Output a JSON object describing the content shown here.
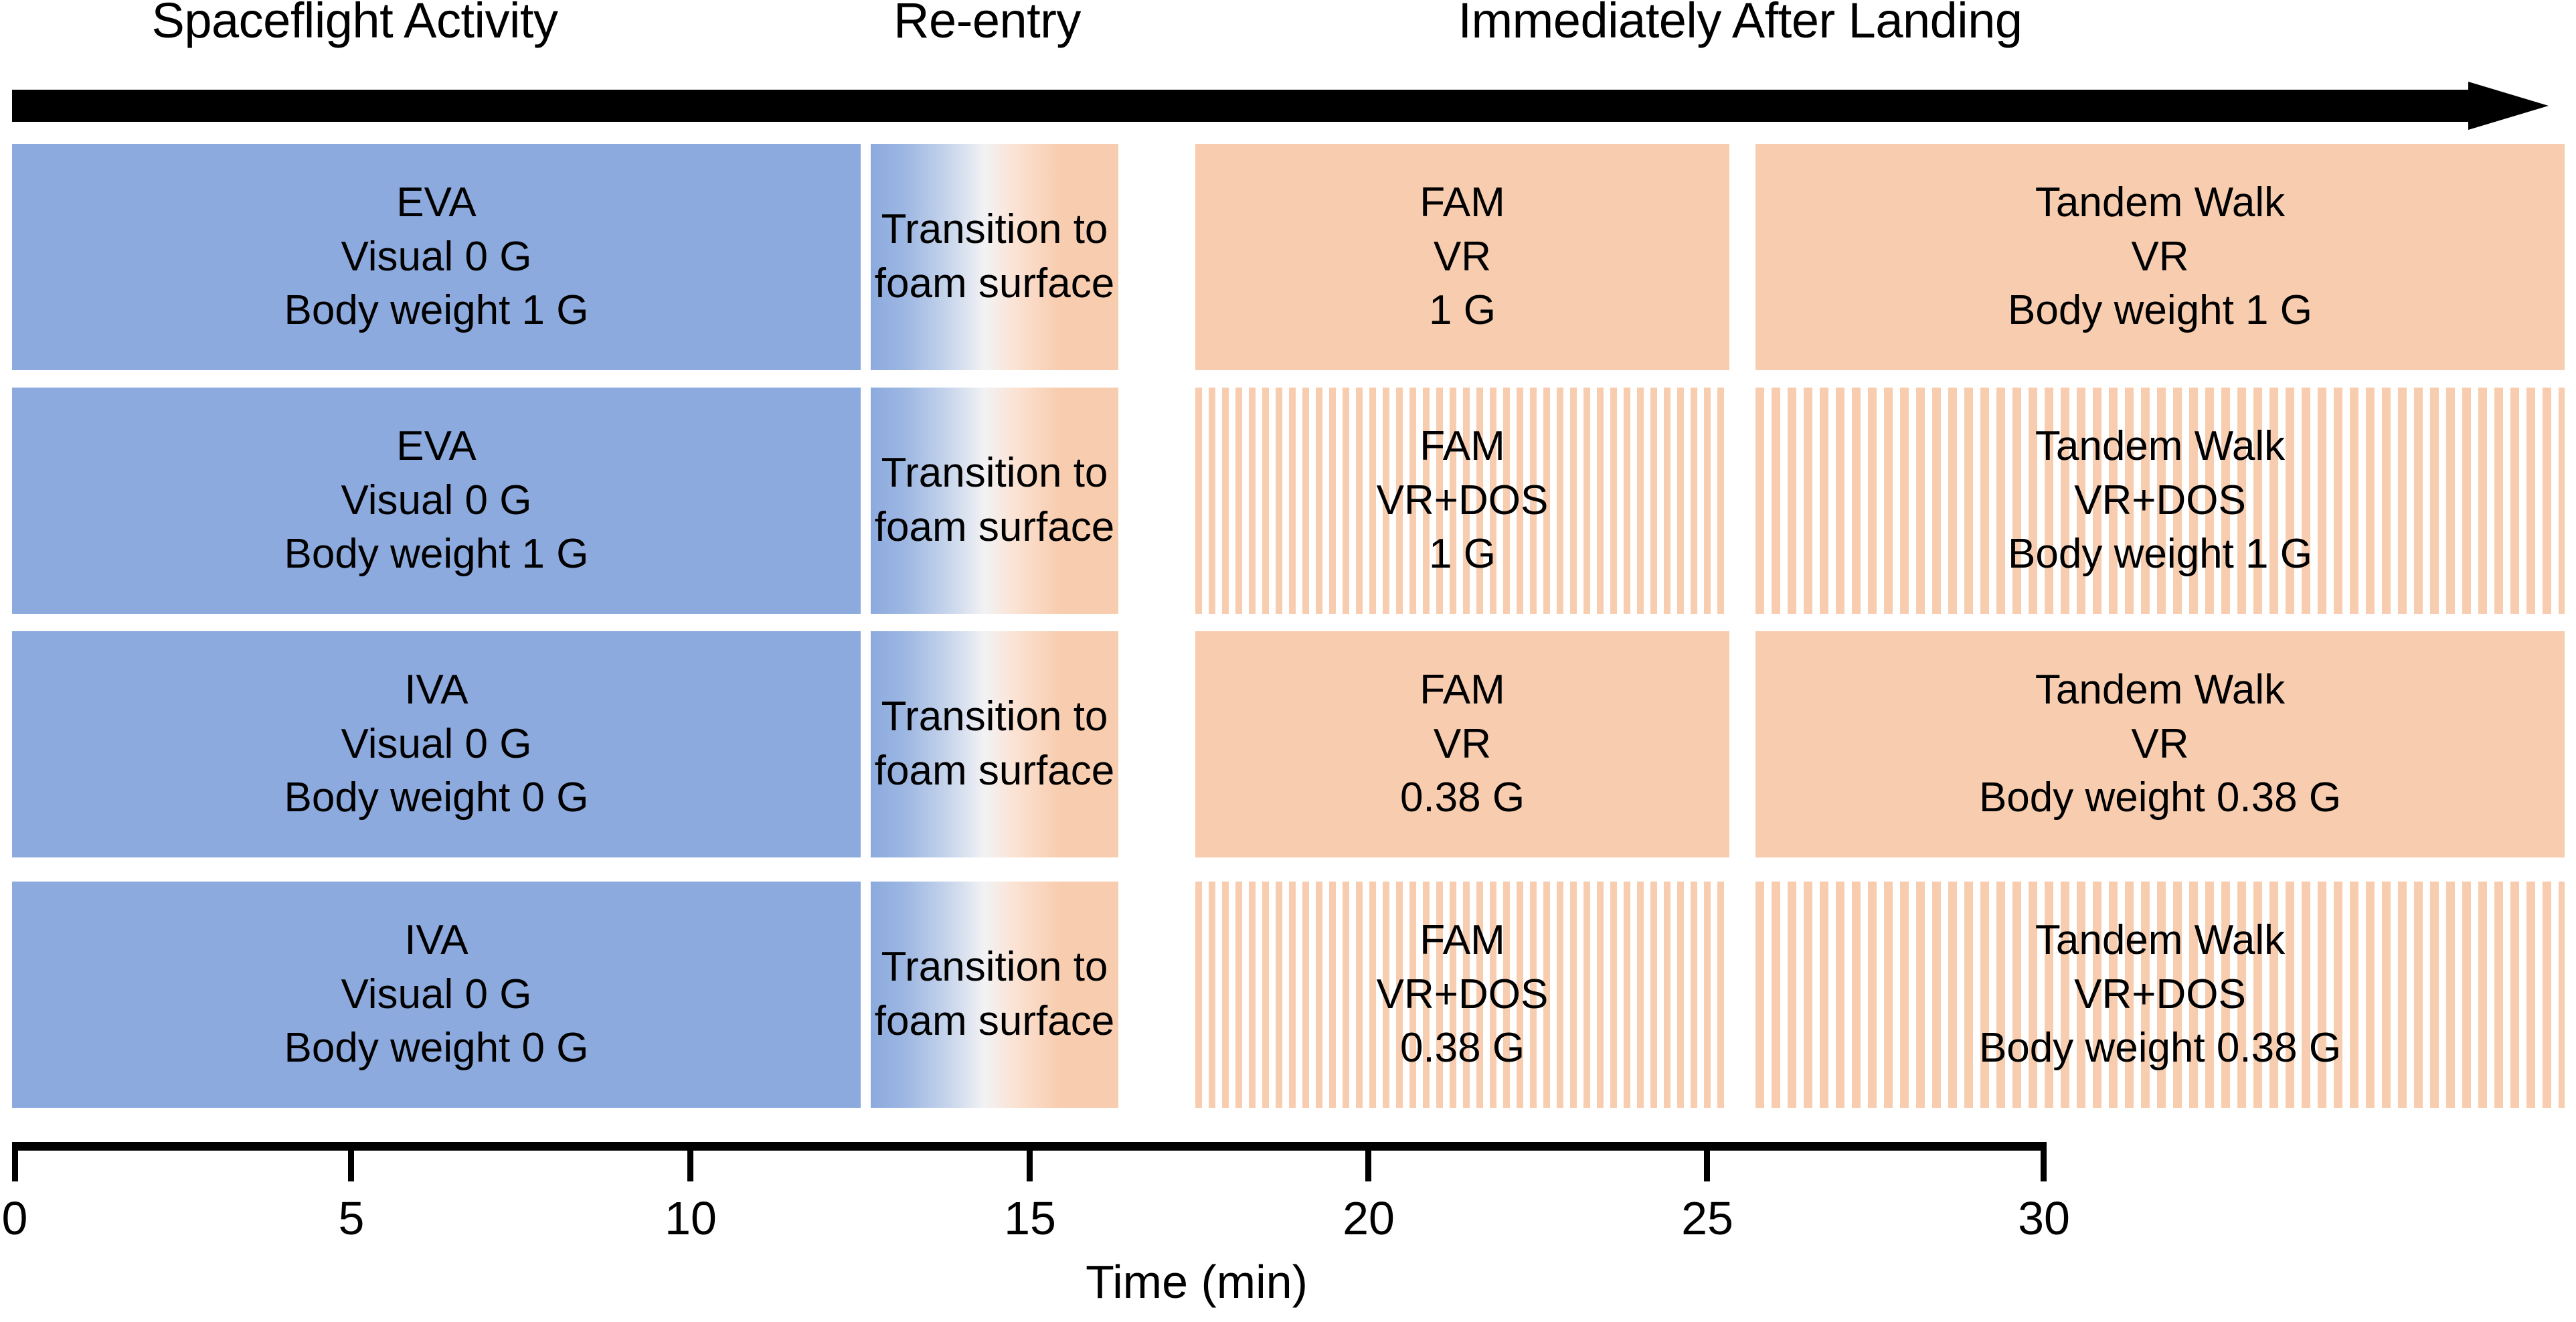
{
  "figure": {
    "type": "timeline-protocol-diagram",
    "background_color": "#FFFFFF",
    "palette": {
      "blue": "#8CAADE",
      "orange": "#F8CDAF",
      "axis": "#000000"
    }
  },
  "phases": [
    {
      "id": "spaceflight-activity",
      "label": "Spaceflight Activity",
      "center_min": 5
    },
    {
      "id": "re-entry",
      "label": "Re-entry",
      "center_min": 12.5
    },
    {
      "id": "immediately-after-landing",
      "label": "Immediately After Landing",
      "center_min": 22.5
    }
  ],
  "arrow": {
    "name": "timeline-arrow",
    "direction": "right"
  },
  "rows": [
    {
      "id": "row-1",
      "blocks": [
        {
          "id": "r1-spaceflight",
          "name": "eva-1g-block",
          "fill": "blue",
          "pattern": "solid",
          "start_min": 0,
          "end_min": 10,
          "lines": [
            "EVA",
            "Visual 0 G",
            "Body weight 1 G"
          ]
        },
        {
          "id": "r1-reentry",
          "name": "transition-block",
          "fill": "gradient",
          "pattern": "solid",
          "start_min": 10,
          "end_min": 15,
          "lines": [
            "Transition to",
            "foam surface"
          ]
        },
        {
          "id": "r1-fam",
          "name": "fam-vr-1g-block",
          "fill": "orange",
          "pattern": "solid",
          "start_min": 15.5,
          "end_min": 21,
          "lines": [
            "FAM",
            "VR",
            "1 G"
          ]
        },
        {
          "id": "r1-tandem",
          "name": "tandem-walk-vr-1g-block",
          "fill": "orange",
          "pattern": "solid",
          "start_min": 21.3,
          "end_min": 30,
          "lines": [
            "Tandem Walk",
            "VR",
            "Body weight 1 G"
          ]
        }
      ]
    },
    {
      "id": "row-2",
      "blocks": [
        {
          "id": "r2-spaceflight",
          "name": "eva-1g-block",
          "fill": "blue",
          "pattern": "solid",
          "start_min": 0,
          "end_min": 10,
          "lines": [
            "EVA",
            "Visual 0 G",
            "Body weight 1 G"
          ]
        },
        {
          "id": "r2-reentry",
          "name": "transition-block",
          "fill": "gradient",
          "pattern": "solid",
          "start_min": 10,
          "end_min": 15,
          "lines": [
            "Transition to",
            "foam surface"
          ]
        },
        {
          "id": "r2-fam",
          "name": "fam-vr-dos-1g-block",
          "fill": "orange",
          "pattern": "dots",
          "start_min": 15.5,
          "end_min": 21,
          "lines": [
            "FAM",
            "VR+DOS",
            "1 G"
          ]
        },
        {
          "id": "r2-tandem",
          "name": "tandem-walk-vr-dos-1g-block",
          "fill": "orange",
          "pattern": "stripes",
          "start_min": 21.3,
          "end_min": 30,
          "lines": [
            "Tandem Walk",
            "VR+DOS",
            "Body weight 1 G"
          ]
        }
      ]
    },
    {
      "id": "row-3",
      "blocks": [
        {
          "id": "r3-spaceflight",
          "name": "iva-0g-block",
          "fill": "blue",
          "pattern": "solid",
          "start_min": 0,
          "end_min": 10,
          "lines": [
            "IVA",
            "Visual 0 G",
            "Body weight 0 G"
          ]
        },
        {
          "id": "r3-reentry",
          "name": "transition-block",
          "fill": "gradient",
          "pattern": "solid",
          "start_min": 10,
          "end_min": 15,
          "lines": [
            "Transition to",
            "foam surface"
          ]
        },
        {
          "id": "r3-fam",
          "name": "fam-vr-038g-block",
          "fill": "orange",
          "pattern": "solid",
          "start_min": 15.5,
          "end_min": 21,
          "lines": [
            "FAM",
            "VR",
            "0.38 G"
          ]
        },
        {
          "id": "r3-tandem",
          "name": "tandem-walk-vr-038g-block",
          "fill": "orange",
          "pattern": "solid",
          "start_min": 21.3,
          "end_min": 30,
          "lines": [
            "Tandem Walk",
            "VR",
            "Body weight 0.38 G"
          ]
        }
      ]
    },
    {
      "id": "row-4",
      "blocks": [
        {
          "id": "r4-spaceflight",
          "name": "iva-0g-block",
          "fill": "blue",
          "pattern": "solid",
          "start_min": 0,
          "end_min": 10,
          "lines": [
            "IVA",
            "Visual 0 G",
            "Body weight 0 G"
          ]
        },
        {
          "id": "r4-reentry",
          "name": "transition-block",
          "fill": "gradient",
          "pattern": "solid",
          "start_min": 10,
          "end_min": 15,
          "lines": [
            "Transition to",
            "foam surface"
          ]
        },
        {
          "id": "r4-fam",
          "name": "fam-vr-dos-038g-block",
          "fill": "orange",
          "pattern": "dots",
          "start_min": 15.5,
          "end_min": 21,
          "lines": [
            "FAM",
            "VR+DOS",
            "0.38 G"
          ]
        },
        {
          "id": "r4-tandem",
          "name": "tandem-walk-vr-dos-038g-block",
          "fill": "orange",
          "pattern": "stripes",
          "start_min": 21.3,
          "end_min": 30,
          "lines": [
            "Tandem Walk",
            "VR+DOS",
            "Body weight 0.38 G"
          ]
        }
      ]
    }
  ],
  "axis": {
    "title": "Time (min)",
    "unit": "min",
    "min": 0,
    "max": 30,
    "ticks": [
      "0",
      "5",
      "10",
      "15",
      "20",
      "25",
      "30"
    ]
  }
}
